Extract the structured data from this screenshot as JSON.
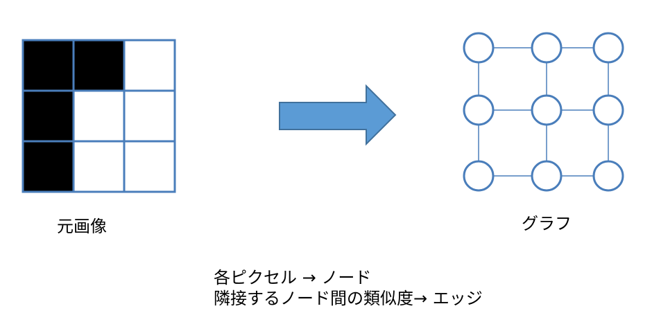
{
  "pixel_grid": {
    "rows": 3,
    "cols": 3,
    "cells": [
      [
        1,
        1,
        0
      ],
      [
        1,
        0,
        0
      ],
      [
        1,
        0,
        0
      ]
    ],
    "colors": {
      "filled": "#000000",
      "empty": "#ffffff",
      "border": "#4a7ebb"
    }
  },
  "graph": {
    "rows": 3,
    "cols": 3,
    "colors": {
      "node_stroke": "#4a7ebb",
      "node_fill": "#ffffff",
      "edge": "#4a7ebb"
    }
  },
  "arrow": {
    "colors": {
      "fill": "#5b9bd5",
      "stroke": "#41719c"
    }
  },
  "labels": {
    "original_image": "元画像",
    "graph": "グラフ"
  },
  "caption": {
    "line1": "各ピクセル → ノード",
    "line2": "隣接するノード間の類似度→ エッジ"
  }
}
